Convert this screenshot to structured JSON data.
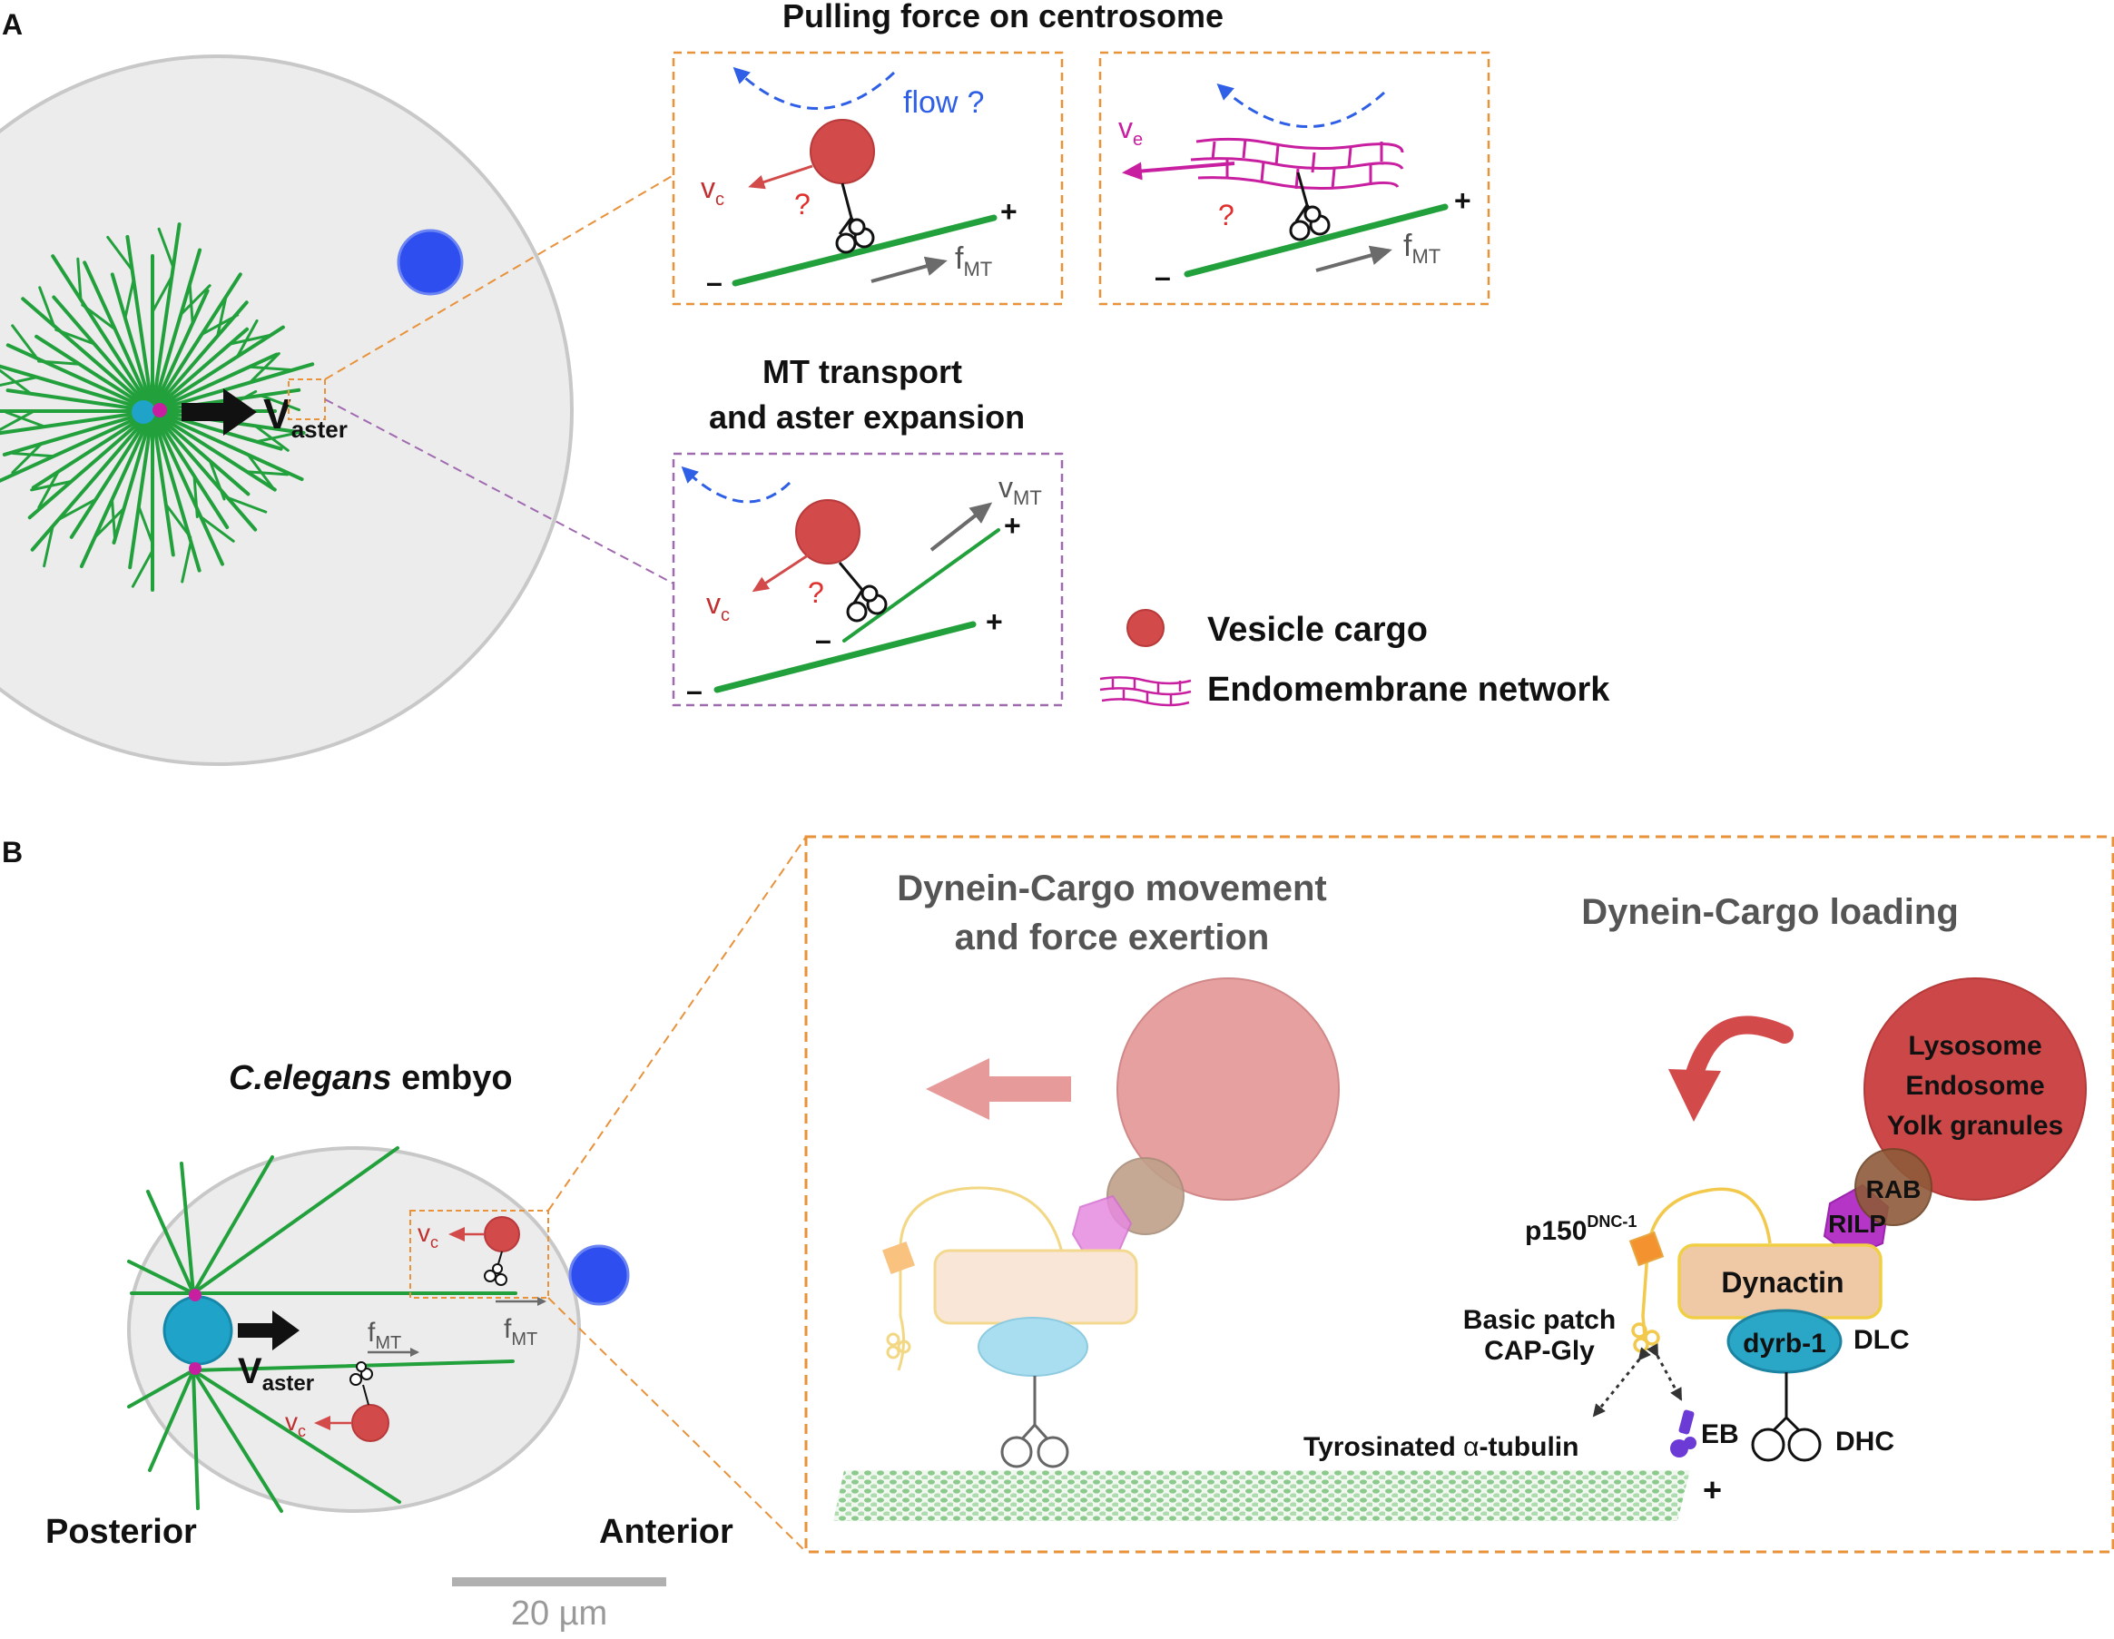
{
  "colors": {
    "microtubule": "#22a03c",
    "cargo": "#d24a4a",
    "flow": "#2e5fe6",
    "endomembrane": "#c81ea0",
    "nucleus": "#2e4ef0",
    "centrosome": "#1fa3c8",
    "panel_border_orange": "#e8923a",
    "panel_border_purple": "#a06ab0",
    "force_arrow": "#6b6b6b",
    "question": "#e0302e",
    "cell_fill": "#ececec"
  },
  "panelA": {
    "letter": "A",
    "title_pulling": "Pulling force on centrosome",
    "title_transport_l1": "MT transport",
    "title_transport_l2": "and aster expansion",
    "aster_v": "V",
    "aster_sub": "aster",
    "flow_label": "flow",
    "question": "?",
    "vc": "v",
    "vc_sub": "c",
    "ve": "v",
    "ve_sub": "e",
    "fmt": "f",
    "fmt_sub": "MT",
    "vmt": "v",
    "vmt_sub": "MT",
    "plus": "+",
    "minus": "–",
    "legend": {
      "vesicle": "Vesicle cargo",
      "endomembrane": "Endomembrane network"
    }
  },
  "panelB": {
    "letter": "B",
    "embryo_title_italic": "C.elegans",
    "embryo_title_rest": " embyo",
    "posterior": "Posterior",
    "anterior": "Anterior",
    "scalebar": "20 µm",
    "aster_v": "V",
    "aster_sub": "aster",
    "vc": "v",
    "vc_sub": "c",
    "fmt": "f",
    "fmt_sub": "MT",
    "movement_l1": "Dynein-Cargo movement",
    "movement_l2": "and force exertion",
    "loading_title": "Dynein-Cargo loading",
    "cargo_l1": "Lysosome",
    "cargo_l2": "Endosome",
    "cargo_l3": "Yolk granules",
    "rab": "RAB",
    "rilp": "RILP",
    "p150": "p150",
    "p150_sup": "DNC-1",
    "dynactin": "Dynactin",
    "basic_l1": "Basic patch",
    "basic_l2": "CAP-Gly",
    "dyrb": "dyrb-1",
    "dlc": "DLC",
    "dhc": "DHC",
    "eb": "EB",
    "tubulin_prefix": "Tyrosinated ",
    "tubulin_alpha": "α",
    "tubulin_suffix": "-tubulin",
    "plus": "+"
  }
}
